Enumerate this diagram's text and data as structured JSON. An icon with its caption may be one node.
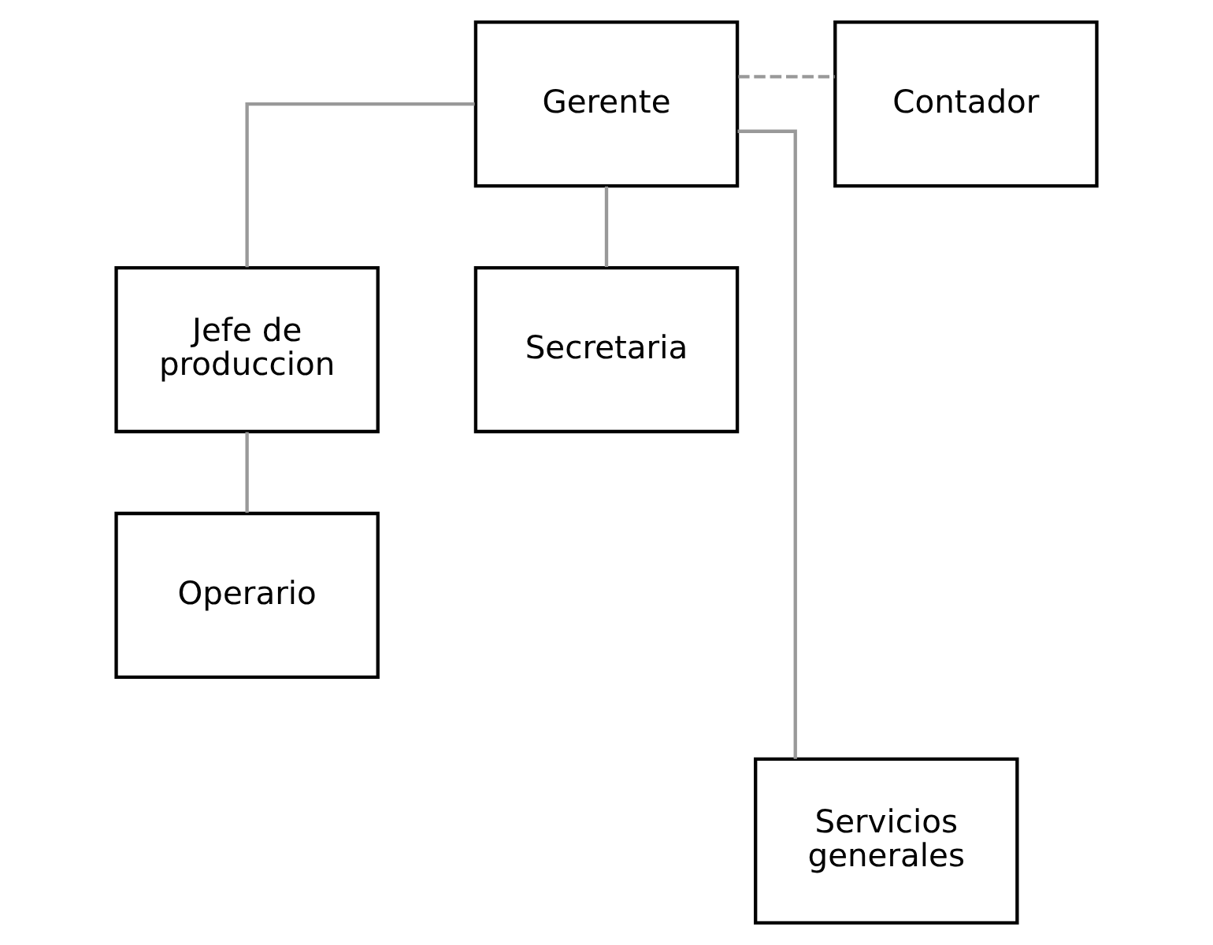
{
  "diagram": {
    "nodes": [
      {
        "text": [
          "Gerente"
        ]
      },
      {
        "text": [
          "Contador"
        ]
      },
      {
        "text": [
          "Jefe de produccion"
        ]
      },
      {
        "text": [
          "Operario"
        ]
      },
      {
        "text": [
          "Secretaria"
        ]
      },
      {
        "text": [
          "Servicios generales"
        ]
      }
    ],
    "edges": [
      {
        "from": 0,
        "to": 1,
        "arrow": "none",
        "style": "dashed"
      },
      {
        "from": 0,
        "to": 5,
        "arrow": "none"
      },
      {
        "from": 0,
        "to": 2,
        "arrow": "none"
      },
      {
        "from": 0,
        "to": 4,
        "arrow": "none"
      },
      {
        "from": 2,
        "to": 3,
        "arrow": "none"
      }
    ]
  }
}
